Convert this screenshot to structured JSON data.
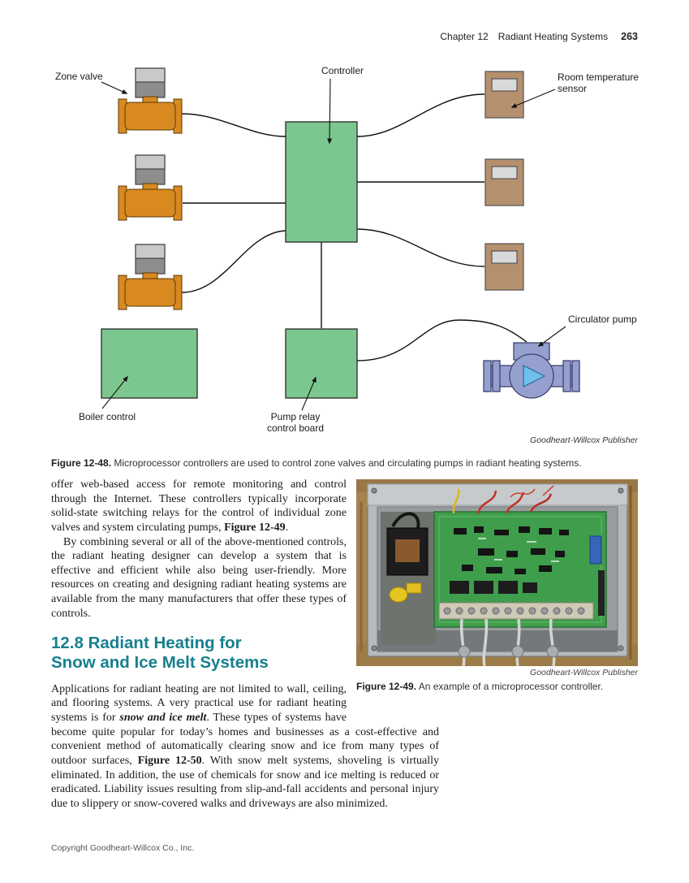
{
  "header": {
    "chapter": "Chapter 12",
    "section_title": "Radiant Heating Systems",
    "page_number": "263"
  },
  "figure_12_48": {
    "labels": {
      "zone_valve": "Zone valve",
      "controller": "Controller",
      "room_temp_sensor_line1": "Room temperature",
      "room_temp_sensor_line2": "sensor",
      "circulator_pump": "Circulator pump",
      "boiler_control": "Boiler control",
      "pump_relay_line1": "Pump relay",
      "pump_relay_line2": "control board"
    },
    "credit": "Goodheart-Willcox Publisher",
    "caption": {
      "number": "Figure 12-48.",
      "text": " Microprocessor controllers are used to control zone valves and circulating pumps in radiant heating systems."
    },
    "colors": {
      "control_box_green": "#7CC78F",
      "valve_body_orange": "#D8891F",
      "valve_actuator_gray": "#8D8D8D",
      "sensor_tan": "#B5906E",
      "pump_periwinkle": "#96A0CF",
      "pump_impeller_blue": "#6FC0EC"
    }
  },
  "article": {
    "para1": [
      "offer web-based access for remote monitoring and control through the Internet. These controllers typically incorporate solid-state switching relays for the control of individual zone valves and system circulating pumps, ",
      "Figure 12-49",
      "."
    ],
    "para2": "By combining several or all of the above-mentioned controls, the radiant heating designer can develop a system that is effective and efficient while also being user-friendly. More resources on creating and designing radiant heating systems are available from the many manufacturers that offer these types of controls.",
    "heading_line1": "12.8 Radiant Heating for",
    "heading_line2": "Snow and Ice Melt Systems",
    "heading_color": "#16808F",
    "para3": [
      "Applications for radiant heating are not limited to wall, ceiling, and flooring systems. A very practical use for radiant heating systems is for ",
      "snow and ice melt",
      ". These types of systems have become quite popular for today’s homes and businesses as a cost-effective and convenient method of automatically clearing snow and ice from many types of outdoor surfaces, ",
      "Figure 12-50",
      ". With snow melt systems, shoveling is virtually eliminated. In addition, the use of chemicals for snow and ice melting is reduced or eradicated. Liability issues resulting from slip-and-fall accidents and personal injury due to slippery or snow-covered walks and driveways are also minimized."
    ]
  },
  "figure_12_49": {
    "credit": "Goodheart-Willcox Publisher",
    "caption": {
      "number": "Figure 12-49.",
      "text": " An example of a microprocessor controller."
    }
  },
  "footer": {
    "copyright": "Copyright Goodheart-Willcox Co., Inc."
  }
}
